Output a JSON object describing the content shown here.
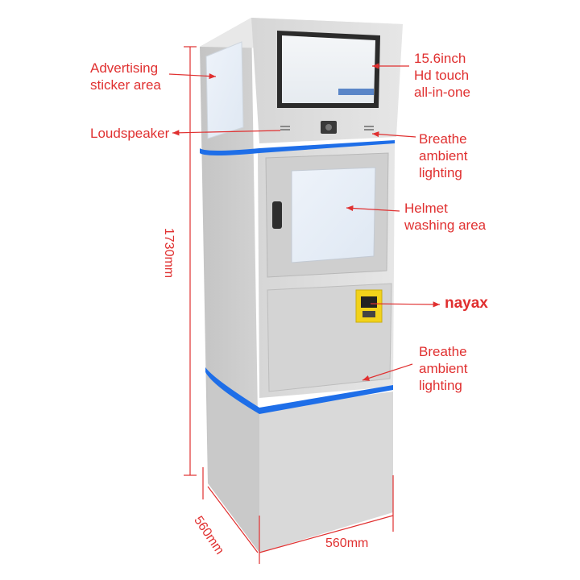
{
  "labels": {
    "advertising": [
      "Advertising",
      "sticker area"
    ],
    "screen": [
      "15.6inch",
      "Hd touch",
      "all-in-one"
    ],
    "loudspeaker": "Loudspeaker",
    "ambient_top": [
      "Breathe",
      "ambient",
      "lighting"
    ],
    "helmet": [
      "Helmet",
      "washing area"
    ],
    "nayax": "nayax",
    "ambient_bottom": [
      "Breathe",
      "ambient",
      "lighting"
    ]
  },
  "dimensions": {
    "height": "1730mm",
    "depth": "560mm",
    "width": "560mm"
  },
  "colors": {
    "annotation": "#e03030",
    "cabinet": "#dcdcdc",
    "led": "#1e6ee8",
    "reader": "#f2d21a"
  }
}
